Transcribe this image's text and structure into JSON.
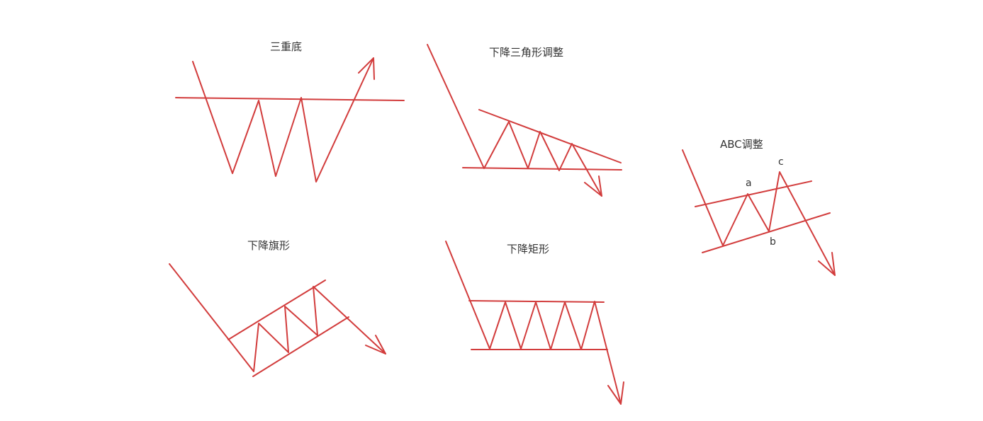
{
  "colors": {
    "line": "#d23c3c",
    "text": "#333333",
    "background": "#ffffff"
  },
  "patterns": {
    "triple_bottom": {
      "title": "三重底"
    },
    "descending_triangle": {
      "title": "下降三角形调整"
    },
    "abc_correction": {
      "title": "ABC调整",
      "wave_a": "a",
      "wave_b": "b",
      "wave_c": "c"
    },
    "bear_flag": {
      "title": "下降旗形"
    },
    "descending_rectangle": {
      "title": "下降矩形"
    }
  }
}
